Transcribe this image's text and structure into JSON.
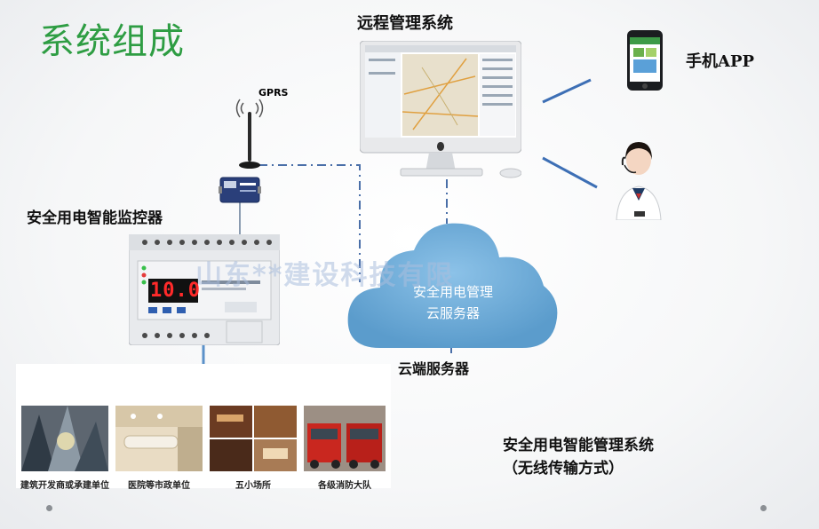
{
  "title": "系统组成",
  "labels": {
    "remote_system": "远程管理系统",
    "mobile_app": "手机APP",
    "gprs": "GPRS",
    "monitor": "安全用电智能监控器",
    "cloud_line1": "安全用电管理",
    "cloud_line2": "云服务器",
    "cloud_server": "云端服务器",
    "system_line1": "安全用电智能管理系统",
    "system_line2": "（无线传输方式）",
    "device_display": "10.0",
    "watermark": "山东**建设科技有限"
  },
  "photos": [
    {
      "caption": "建筑开发商或承建单位"
    },
    {
      "caption": "医院等市政单位"
    },
    {
      "caption": "五小场所"
    },
    {
      "caption": "各级消防大队"
    }
  ],
  "colors": {
    "title_green": "#2e9d43",
    "cloud_blue": "#6aa8d6",
    "line_blue": "#3d6fb5",
    "dash_blue": "#4a6fa8",
    "display_red": "#ff2a2a"
  }
}
